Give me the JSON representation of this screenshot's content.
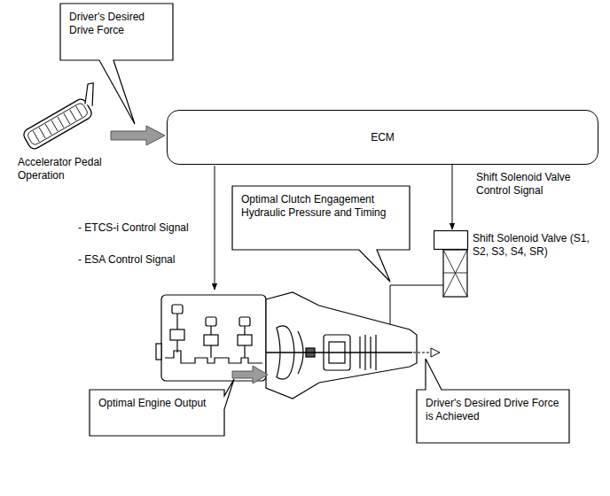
{
  "diagram": {
    "nodes": [
      {
        "text": [
          "Driver's Desired Drive Force"
        ]
      },
      {
        "text": [
          "ECM"
        ]
      },
      {
        "text": [
          "Optimal Clutch Engagement Hydraulic Pressure and Timing"
        ]
      },
      {
        "text": [
          "Shift Solenoid Valve (S1, S2, S3, S4, SR)"
        ]
      },
      {
        "text": [
          "Optimal Engine Output"
        ]
      },
      {
        "text": [
          "Driver's Desired Drive Force is Achieved"
        ]
      }
    ],
    "edges": [
      {
        "from": 1,
        "to": 3,
        "arrow": "to",
        "label": "Shift Solenoid Valve Control Signal"
      }
    ],
    "labels": [
      "Accelerator Pedal Operation",
      "- ETCS-i Control Signal",
      "- ESA Control Signal"
    ]
  }
}
